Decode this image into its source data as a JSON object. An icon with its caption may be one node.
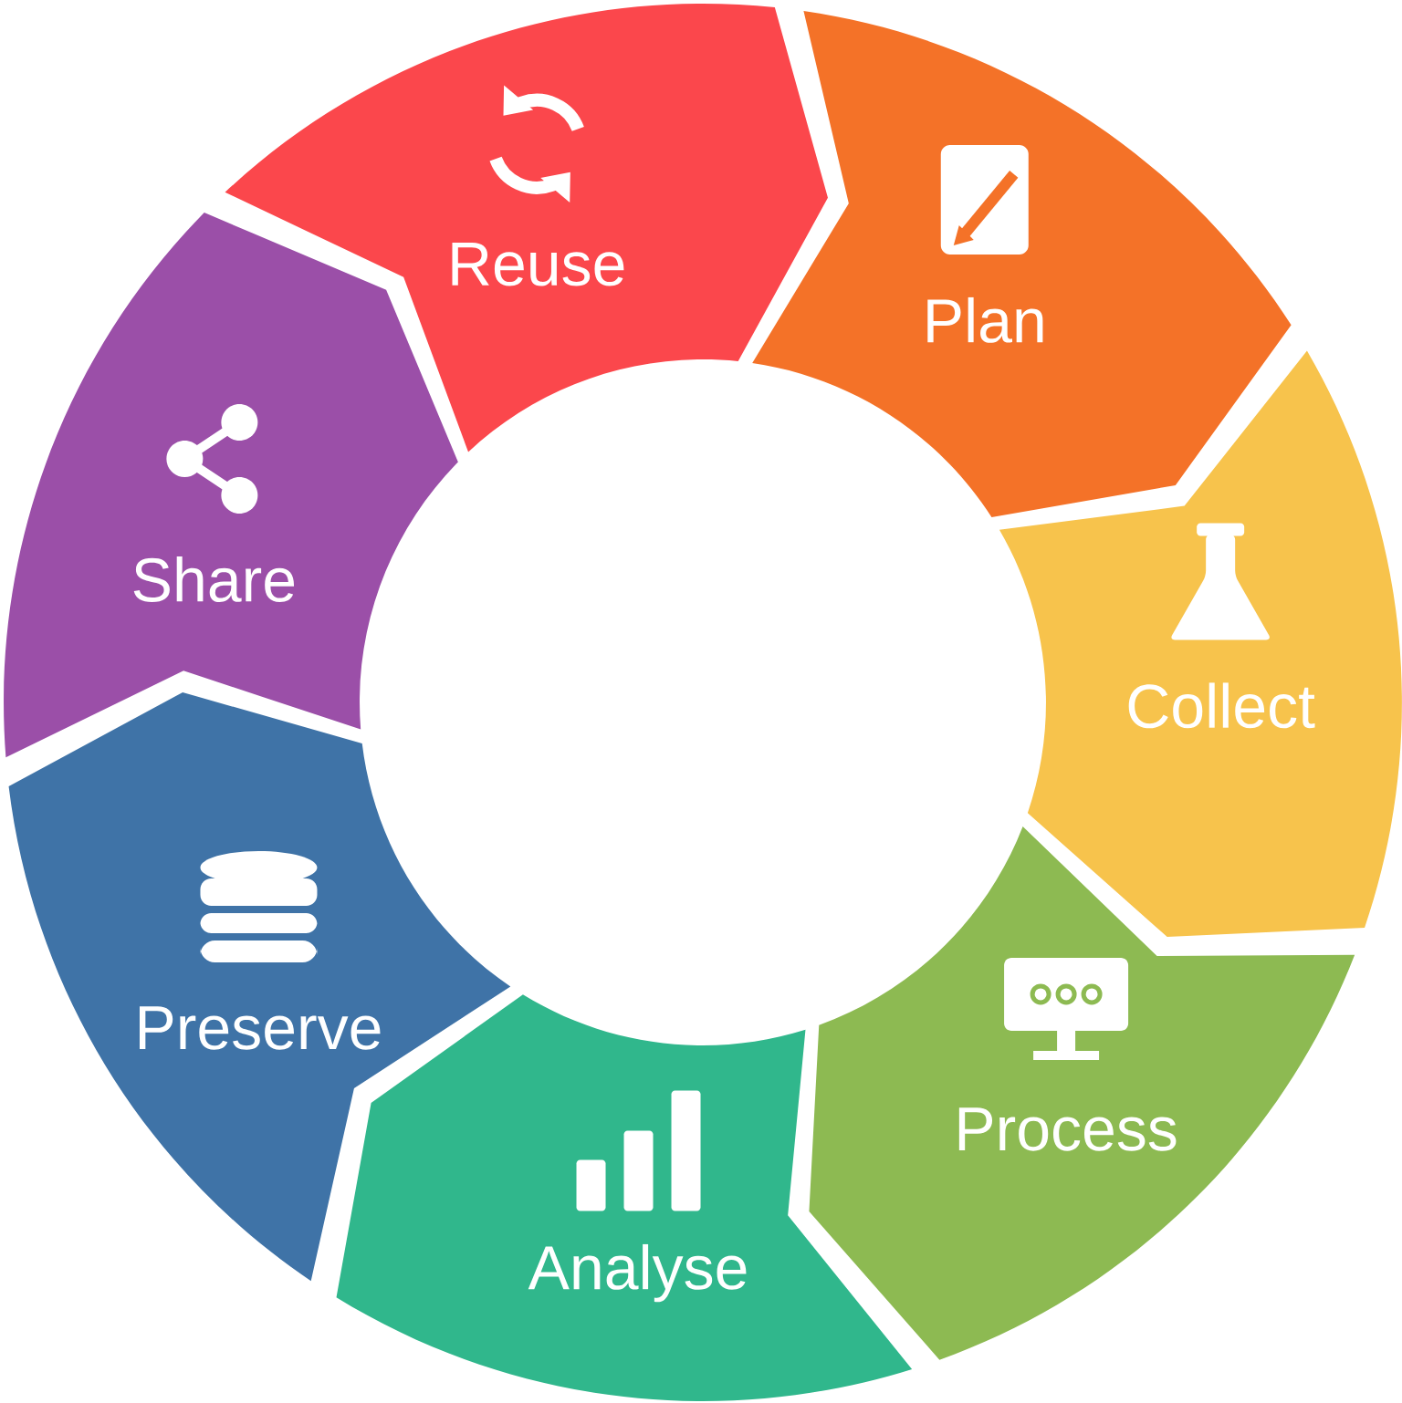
{
  "diagram": {
    "nodes": [
      {
        "text": [
          "Plan"
        ]
      },
      {
        "text": [
          "Collect"
        ]
      },
      {
        "text": [
          "Process"
        ]
      },
      {
        "text": [
          "Analyse"
        ]
      },
      {
        "text": [
          "Preserve"
        ]
      },
      {
        "text": [
          "Share"
        ]
      },
      {
        "text": [
          "Reuse"
        ]
      }
    ]
  }
}
